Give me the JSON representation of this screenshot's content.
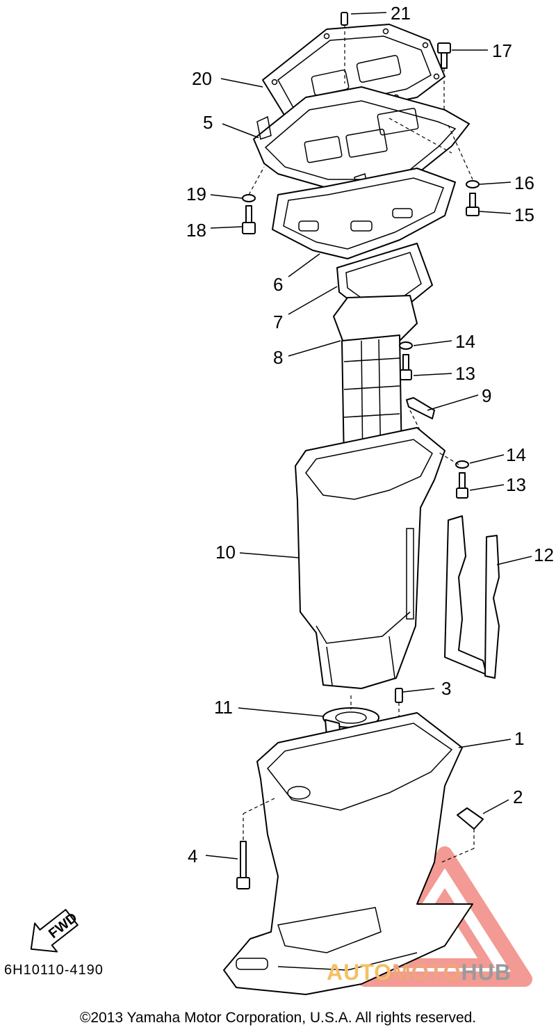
{
  "callouts": [
    {
      "id": "p21",
      "text": "21"
    },
    {
      "id": "p17",
      "text": "17"
    },
    {
      "id": "p20",
      "text": "20"
    },
    {
      "id": "p5",
      "text": "5"
    },
    {
      "id": "p19",
      "text": "19"
    },
    {
      "id": "p16",
      "text": "16"
    },
    {
      "id": "p15",
      "text": "15"
    },
    {
      "id": "p18",
      "text": "18"
    },
    {
      "id": "p6",
      "text": "6"
    },
    {
      "id": "p7",
      "text": "7"
    },
    {
      "id": "p8",
      "text": "8"
    },
    {
      "id": "p14a",
      "text": "14"
    },
    {
      "id": "p13a",
      "text": "13"
    },
    {
      "id": "p9",
      "text": "9"
    },
    {
      "id": "p14b",
      "text": "14"
    },
    {
      "id": "p13b",
      "text": "13"
    },
    {
      "id": "p10",
      "text": "10"
    },
    {
      "id": "p12",
      "text": "12"
    },
    {
      "id": "p3",
      "text": "3"
    },
    {
      "id": "p11",
      "text": "11"
    },
    {
      "id": "p1",
      "text": "1"
    },
    {
      "id": "p2",
      "text": "2"
    },
    {
      "id": "p4",
      "text": "4"
    }
  ],
  "fwd_label": "FWD",
  "diagram_code": "6H10110-4190",
  "copyright": "©2013 Yamaha Motor Corporation, U.S.A. All rights reserved.",
  "watermark": {
    "part1": "AUTO",
    "part2": "MOTO",
    "part3": "HUB",
    "colors": {
      "auto": "#f4c064",
      "moto": "#f0a57a",
      "hub": "#9a9a9a",
      "triangle": "#e8483c"
    }
  }
}
